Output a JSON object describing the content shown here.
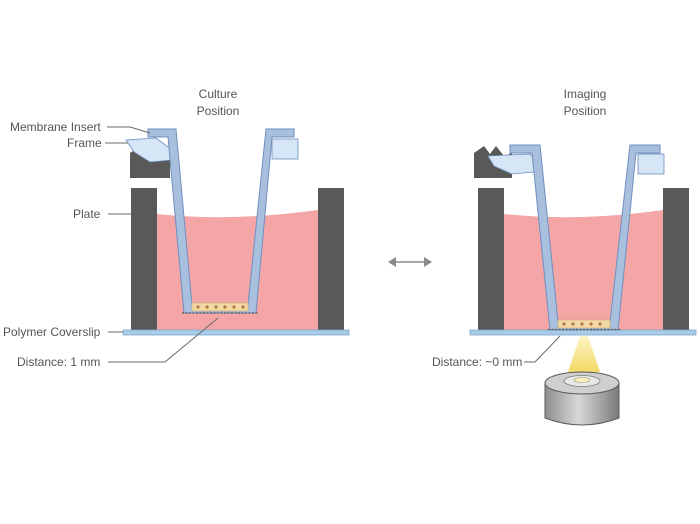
{
  "panels": {
    "culture": {
      "title_line1": "Culture",
      "title_line2": "Position"
    },
    "imaging": {
      "title_line1": "Imaging",
      "title_line2": "Position"
    }
  },
  "labels": {
    "membrane_insert": "Membrane Insert",
    "frame": "Frame",
    "plate": "Plate",
    "polymer_coverslip": "Polymer Coverslip",
    "distance_culture": "Distance: 1 mm",
    "distance_imaging": "Distance: ~0 mm"
  },
  "colors": {
    "medium": "#f4a6a6",
    "insert": "#a9bfde",
    "insert_outline": "#6f8fbf",
    "frame": "#d6e6f6",
    "plate_wall": "#595959",
    "coverslip": "#a8cbe8",
    "cells": "#f3d9a8",
    "light": "#f8e89a",
    "leader": "#6a6a6a"
  },
  "icons": {
    "switch": "double-arrow-icon"
  }
}
